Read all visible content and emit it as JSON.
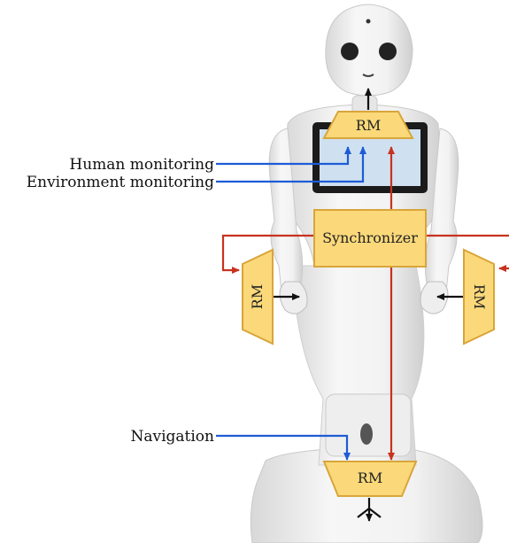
{
  "labels": {
    "human_monitoring": "Human monitoring",
    "environment_monitoring": "Environment monitoring",
    "navigation": "Navigation"
  },
  "modules": {
    "rm_head": "RM",
    "rm_left_arm": "RM",
    "rm_right_arm": "RM",
    "rm_base": "RM",
    "synchronizer": "Synchronizer"
  },
  "colors": {
    "module_fill": "#fbd97a",
    "module_stroke": "#d9a53a",
    "input_arrow": "#1e5bd6",
    "sync_arrow": "#c8321f",
    "output_arrow": "#111111",
    "robot_body": "#f1f1f1",
    "robot_shadow": "#cfcfcf",
    "screen": "#cfe1f0"
  }
}
